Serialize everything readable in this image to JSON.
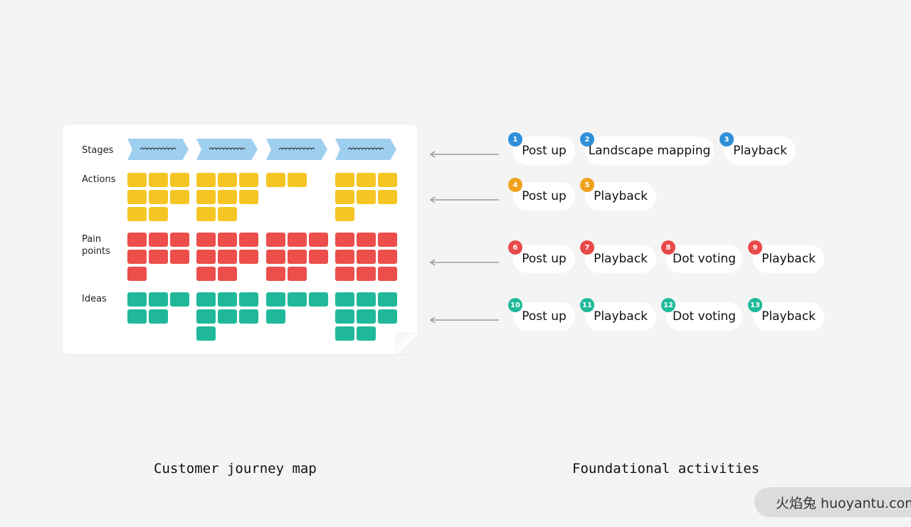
{
  "journey_map": {
    "labels": {
      "stages": "Stages",
      "actions": "Actions",
      "pain_points": "Pain\npoints",
      "ideas": "Ideas"
    },
    "stage_count": 4,
    "colors": {
      "stage": "#9fcfee",
      "action": "#f5c623",
      "pain": "#ec4e4b",
      "idea": "#1fb99a"
    },
    "sticky_counts": {
      "actions": [
        8,
        8,
        2,
        7
      ],
      "pain_points": [
        7,
        8,
        8,
        9
      ],
      "ideas": [
        5,
        7,
        4,
        8
      ]
    }
  },
  "activities": {
    "rows": [
      {
        "color": "#2f8fd8",
        "items": [
          {
            "num": "1",
            "label": "Post up"
          },
          {
            "num": "2",
            "label": "Landscape mapping"
          },
          {
            "num": "3",
            "label": "Playback"
          }
        ]
      },
      {
        "color": "#f0a21c",
        "items": [
          {
            "num": "4",
            "label": "Post up"
          },
          {
            "num": "5",
            "label": "Playback"
          }
        ]
      },
      {
        "color": "#e84949",
        "items": [
          {
            "num": "6",
            "label": "Post up"
          },
          {
            "num": "7",
            "label": "Playback"
          },
          {
            "num": "8",
            "label": "Dot voting"
          },
          {
            "num": "9",
            "label": "Playback"
          }
        ]
      },
      {
        "color": "#1fb99a",
        "items": [
          {
            "num": "10",
            "label": "Post up"
          },
          {
            "num": "11",
            "label": "Playback"
          },
          {
            "num": "12",
            "label": "Dot voting"
          },
          {
            "num": "13",
            "label": "Playback"
          }
        ]
      }
    ]
  },
  "captions": {
    "left": "Customer journey map",
    "right": "Foundational activities"
  },
  "watermark": "火焰兔 huoyantu.com"
}
